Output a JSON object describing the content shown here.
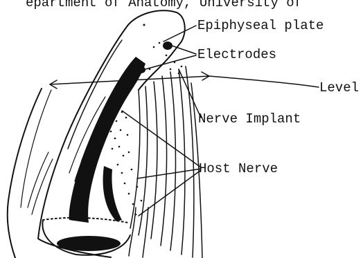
{
  "header_text": "epartment of Anatomy, University of",
  "labels": {
    "epiphyseal_plate": "Epiphyseal plate",
    "electrodes": "Electrodes",
    "level": "Level",
    "nerve_implant": "Nerve Implant",
    "host_nerve": "Host Nerve"
  },
  "colors": {
    "ink": "#111111",
    "background": "#ffffff"
  }
}
